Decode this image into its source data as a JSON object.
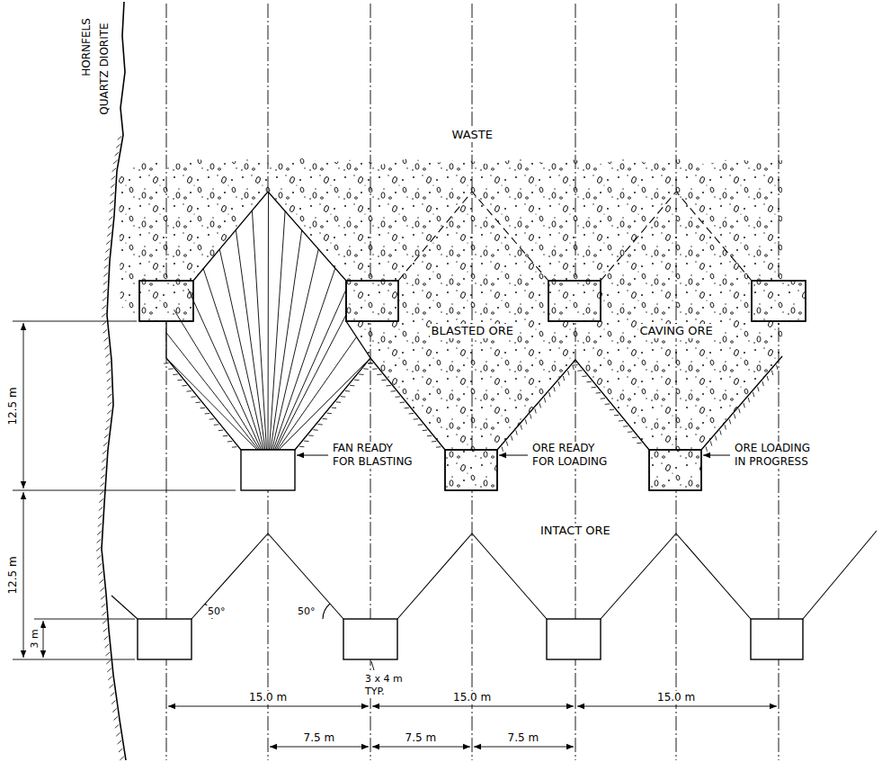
{
  "diagram": {
    "labels": [
      "HORNFELS",
      "QUARTZ DIORITE",
      "WASTE",
      "BLASTED ORE",
      "CAVING ORE",
      "12.5 m",
      "FAN READY FOR BLASTING",
      "ORE READY FOR LOADING",
      "ORE LOADING IN PROGRESS",
      "INTACT ORE",
      "12.5 m",
      "50°",
      "50°",
      "3 m",
      "3 x 4 m TYP.",
      "15.0 m",
      "15.0 m",
      "15.0 m",
      "7.5 m",
      "7.5 m",
      "7.5 m"
    ]
  }
}
